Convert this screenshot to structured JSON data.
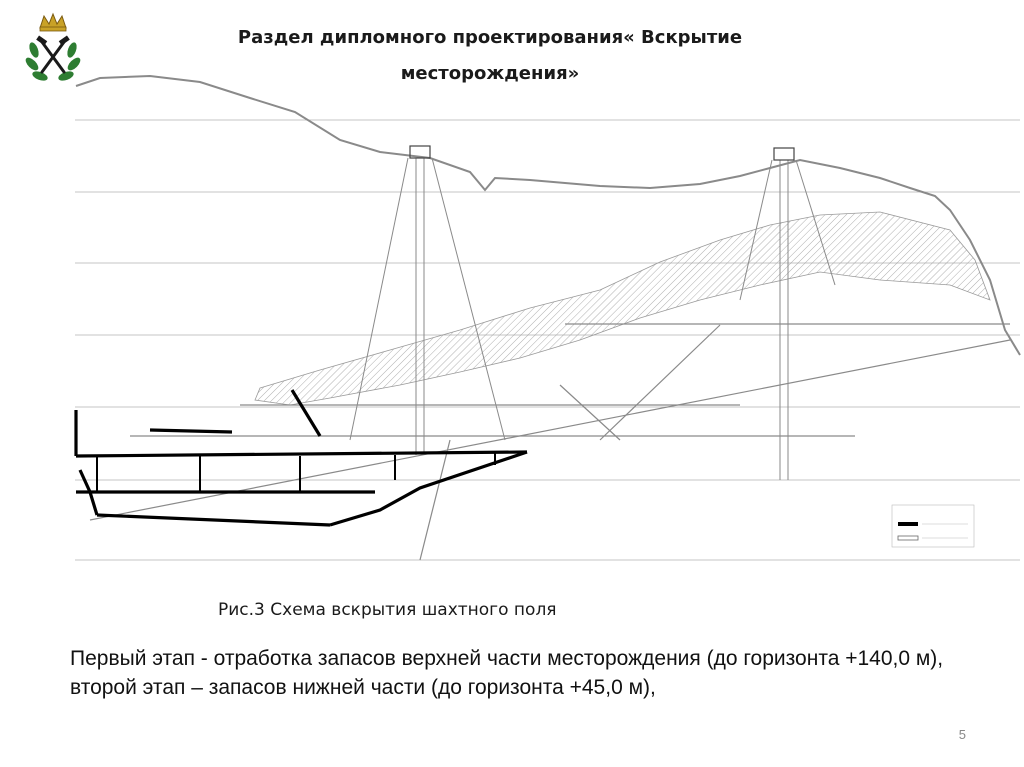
{
  "header": {
    "title_line1": "Раздел дипломного проектирования« Вскрытие",
    "title_line2": "месторождения»"
  },
  "figure": {
    "caption": "Рис.3 Схема вскрытия шахтного поля"
  },
  "body": {
    "text": "Первый этап -  отработка запасов верхней части месторождения (до горизонта +140,0 м),  второй этап – запасов нижней части (до горизонта +45,0 м),"
  },
  "footer": {
    "page_number": "5"
  },
  "colors": {
    "emblem_green": "#2e7d32",
    "emblem_gold": "#c9a227",
    "line_gray": "#9a9a9a",
    "heavy_line": "#000000"
  }
}
